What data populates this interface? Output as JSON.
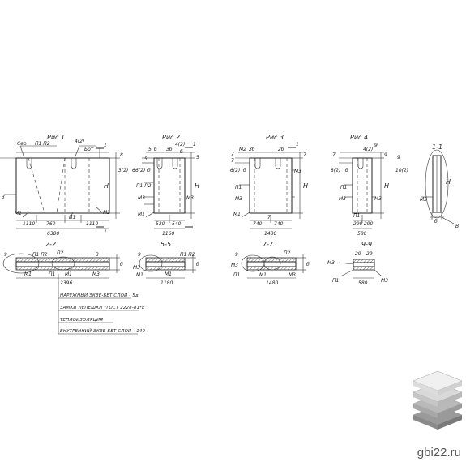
{
  "figures": {
    "fig1": {
      "caption": "Рис.1",
      "top_labels": [
        "Сер",
        "П1 П2",
        "4(2)",
        "Бот",
        "1"
      ],
      "side_labels": [
        "8",
        "3(2)",
        "6",
        "Н",
        "3"
      ],
      "bottom_labels": [
        "М1",
        "1110",
        "760",
        "П1",
        "1110",
        "М2",
        "1",
        "6380"
      ]
    },
    "fig2": {
      "caption": "Рис.2",
      "top_labels": [
        "5",
        "5",
        "б",
        "Зб",
        "4(2)",
        "б",
        "1"
      ],
      "side_labels": [
        "П1 П2",
        "6(2)",
        "б",
        "М3",
        "М3",
        "Н",
        "5"
      ],
      "bottom_labels": [
        "М1",
        "530",
        "540",
        "1160"
      ]
    },
    "fig3": {
      "caption": "Рис.3",
      "top_labels": [
        "М2",
        "Зб",
        "2б",
        "7",
        "7",
        "1"
      ],
      "side_labels": [
        "7",
        "6(2)",
        "б",
        "П1",
        "М3",
        "М3",
        "Н"
      ],
      "bottom_labels": [
        "М1",
        "7",
        "740",
        "740",
        "1480"
      ]
    },
    "fig4": {
      "caption": "Рис.4",
      "top_labels": [
        "4(2)",
        "9",
        "9"
      ],
      "side_labels": [
        "7",
        "8(2)",
        "б",
        "П1",
        "М3",
        "М3",
        "10(2)",
        "9",
        "Н"
      ],
      "bottom_labels": [
        "П1",
        "290",
        "290",
        "580"
      ]
    },
    "fig5": {
      "caption": "1-1",
      "labels": [
        "М3",
        "Н",
        "б",
        "В"
      ]
    }
  },
  "sections": {
    "s22": {
      "caption": "2-2",
      "labels": [
        "9",
        "П1 П2",
        "П2",
        "3",
        "б",
        "М1",
        "П1",
        "М1",
        "М3",
        "2396"
      ]
    },
    "s55": {
      "caption": "5-5",
      "labels": [
        "9",
        "П1 П2",
        "М3",
        "М1",
        "М1",
        "б",
        "1180"
      ]
    },
    "s77": {
      "caption": "7-7",
      "labels": [
        "9",
        "П2",
        "М3",
        "П1",
        "М1",
        "М3",
        "б",
        "1480"
      ]
    },
    "s99": {
      "caption": "9-9",
      "labels": [
        "М3",
        "29",
        "29",
        "П1",
        "М3",
        "580"
      ]
    }
  },
  "legend": [
    "НАРУЖНЫЙ ЭКЗЕ-БЕТ СЛОЙ - 5д",
    "ЗАМКИ ЛЕПЕШКИ *ГОСТ 2228-81*Е",
    "ТЕПЛОИЗОЛЯЦИЯ",
    "ВНУТРЕННИЙ ЭКЗЕ-БЕТ СЛОЙ - 140"
  ],
  "branding": {
    "site": "gbi22.ru",
    "logo_icon": "stacked-slabs-icon",
    "logo_colors": [
      "#f0f0f0",
      "#d9d9d9",
      "#b9b9b9",
      "#9a9a9a"
    ]
  }
}
